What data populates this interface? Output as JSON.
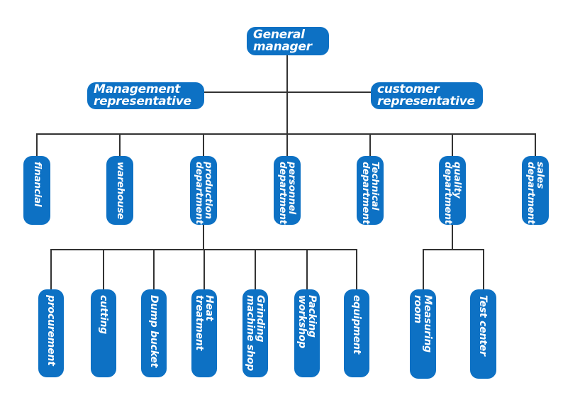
{
  "palette": {
    "node_blue": "#0d71c4",
    "node_text": "#ffffff",
    "connector": "#333333",
    "background": "#ffffff"
  },
  "nodes": {
    "general_manager": {
      "label": "General\nmanager"
    },
    "management_representative": {
      "label": "Management\nrepresentative"
    },
    "customer_representative": {
      "label": "customer\nrepresentative"
    },
    "departments": [
      {
        "label": "financial"
      },
      {
        "label": "warehouse"
      },
      {
        "label": "production\ndepartment"
      },
      {
        "label": "personnel\ndepartment"
      },
      {
        "label": "Technical\ndepartment"
      },
      {
        "label": "quality\ndepartment"
      },
      {
        "label": "sales\ndepartment"
      }
    ],
    "production_sections": [
      {
        "label": "procurement"
      },
      {
        "label": "cutting"
      },
      {
        "label": "Dump bucket"
      },
      {
        "label": "Heat\ntreatment"
      },
      {
        "label": "Grinding\nmachine shop"
      },
      {
        "label": "Packing\nworkshop"
      },
      {
        "label": "equipment"
      }
    ],
    "quality_sections": [
      {
        "label": "Measuring\nroom"
      },
      {
        "label": "Test center"
      }
    ]
  }
}
